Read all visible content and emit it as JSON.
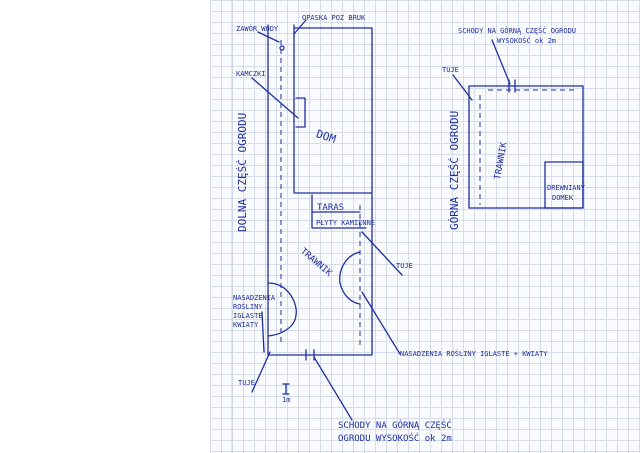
{
  "labels": {
    "zawor_wody": "ZAWÓR WODY",
    "opaska": "OPASKA POZ BRUK",
    "kamczki": "KAMCZKI",
    "dom": "DOM",
    "dolna": "DOLNA CZĘŚĆ OGRODU",
    "taras": "TARAS",
    "plyty": "PŁYTY KAMIENNE",
    "trawnik_lower": "TRAWNIK",
    "tuje_right": "TUJE",
    "nasadzenia_left_1": "NASADZENIA",
    "nasadzenia_left_2": "ROŚLINY",
    "nasadzenia_left_3": "IGLASTE",
    "nasadzenia_left_4": "KWIATY",
    "nasadzenia_right": "NASADZENIA ROŚLINY IGLASTE + KWIATY",
    "tuje_bottom": "TUJE",
    "scale": "1m",
    "schody_bottom_1": "SCHODY NA GÓRNĄ CZĘŚĆ",
    "schody_bottom_2": "OGRODU WYSOKOŚĆ ok 2m",
    "schody_top_1": "SCHODY NA GÓRNĄ CZĘŚĆ OGRODU",
    "schody_top_2": "WYSOKOŚĆ ok 2m",
    "tuje_upper": "TUJE",
    "gorna": "GÓRNA CZĘŚĆ OGRODU",
    "trawnik_upper": "TRAWNIK",
    "domek_1": "DREWNIANY",
    "domek_2": "DOMEK"
  }
}
